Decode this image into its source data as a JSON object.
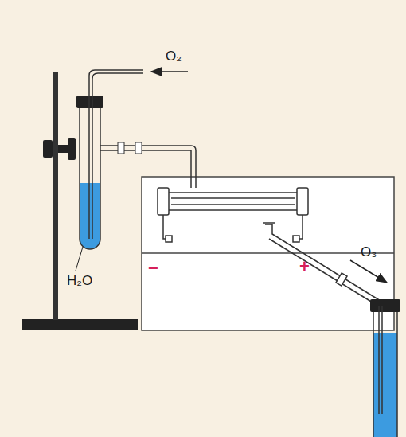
{
  "diagram": {
    "labels": [
      "O₂",
      "H₂O",
      "−",
      "+",
      "O₃"
    ]
  }
}
